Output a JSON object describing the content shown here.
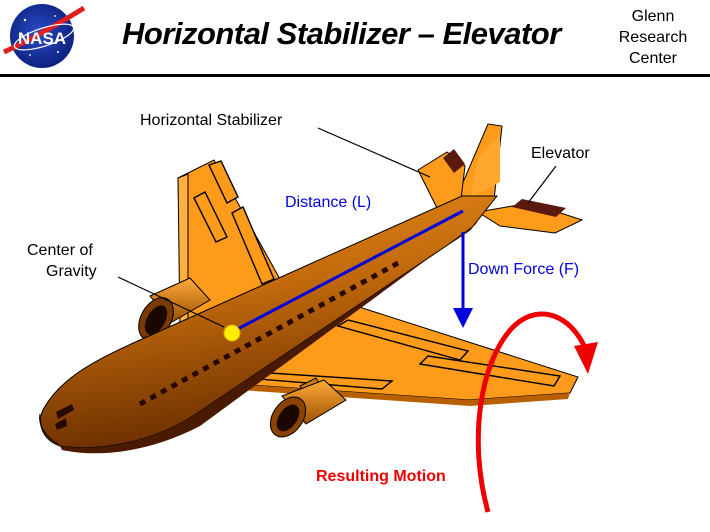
{
  "header": {
    "logo_text": "NASA",
    "title": "Horizontal Stabilizer – Elevator",
    "center_lines": [
      "Glenn",
      "Research",
      "Center"
    ]
  },
  "labels": {
    "horizontal_stabilizer": "Horizontal  Stabilizer",
    "elevator": "Elevator",
    "distance": "Distance (L)",
    "center_of_gravity_line1": "Center  of",
    "center_of_gravity_line2": "Gravity",
    "down_force": "Down  Force  (F)",
    "resulting_motion": "Resulting  Motion"
  },
  "colors": {
    "aircraft_orange": "#ff9b1a",
    "fuselage_dark": "#9a4a00",
    "distance_line": "#0000dd",
    "force_arrow": "#0000dd",
    "motion_arrow": "#ee0000",
    "cg_marker": "#ffee00"
  }
}
